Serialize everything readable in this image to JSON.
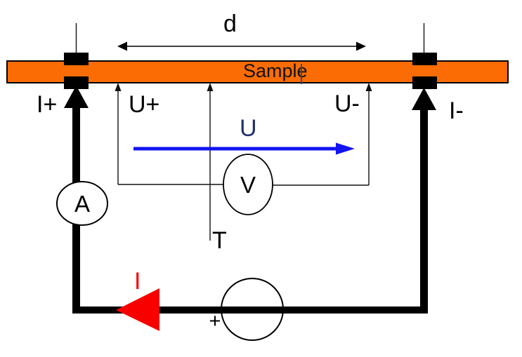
{
  "diagram": {
    "sample_bar": {
      "label": "Sample"
    },
    "distance": {
      "label": "d"
    },
    "current_terminals": {
      "positive": "I+",
      "negative": "I-"
    },
    "voltage_probes": {
      "positive": "U+",
      "negative": "U-"
    },
    "temperature_probe": {
      "label": "T"
    },
    "voltage_arrow": {
      "label": "U"
    },
    "current_arrow": {
      "label": "I"
    },
    "current_source": {
      "polarity": "+"
    },
    "meters": {
      "ammeter": "A",
      "voltmeter": "V"
    },
    "colors": {
      "sample_fill": "#FB6C04",
      "voltage_blue": "#1414F2",
      "voltage_label_blue": "#203070",
      "current_red": "#F90000",
      "wire_black": "#000000"
    }
  }
}
